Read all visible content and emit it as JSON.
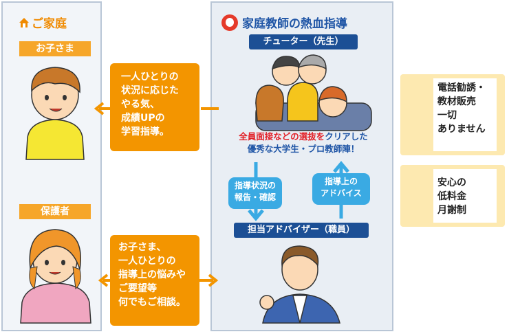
{
  "family": {
    "title": "ご家庭",
    "child_label": "お子さま",
    "parent_label": "保護者"
  },
  "tutor_side": {
    "brand": "家庭教師の熱血指導",
    "tutor_label": "チューター（先生）",
    "pitch_red": "全員面接などの選抜を",
    "pitch_blue_1": "クリアした",
    "pitch_blue_2": "優秀な大学生・プロ教師陣！",
    "report_bubble": [
      "指導状況の",
      "報告・確認"
    ],
    "advice_bubble": [
      "指導上の",
      "アドバイス"
    ],
    "advisor_label": "担当アドバイザー（職員）"
  },
  "messages": {
    "to_child": [
      "一人ひとりの",
      "状況に応じた",
      "やる気、",
      "成績UPの",
      "学習指導。"
    ],
    "with_parent": [
      "お子さま、",
      "一人ひとりの",
      "指導上の悩みや",
      "ご要望等",
      "何でもご相談。"
    ]
  },
  "features": {
    "no_sales": [
      "電話勧誘・",
      "教材販売",
      "一切",
      "ありません"
    ],
    "low_fee": [
      "安心の",
      "低料金",
      "月謝制"
    ]
  },
  "colors": {
    "orange": "#f39500",
    "navy": "#1c4f95",
    "sky": "#3aaae3",
    "red": "#e21f26"
  }
}
